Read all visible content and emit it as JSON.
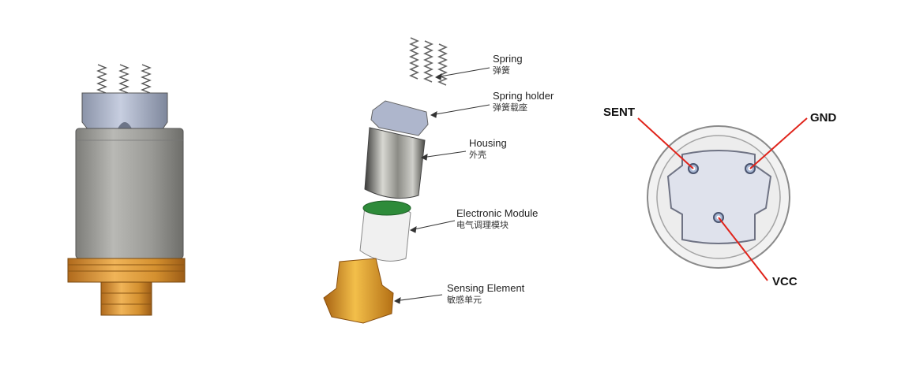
{
  "exploded_view": {
    "parts": [
      {
        "en": "Spring",
        "cn": "弹簧"
      },
      {
        "en": "Spring holder",
        "cn": "弹簧载座"
      },
      {
        "en": "Housing",
        "cn": "外壳"
      },
      {
        "en": "Electronic Module",
        "cn": "电气调理模块"
      },
      {
        "en": "Sensing Element",
        "cn": "敏感单元"
      }
    ]
  },
  "pinout": {
    "pins": [
      "SENT",
      "GND",
      "VCC"
    ],
    "line_color": "#e0241b"
  },
  "colors": {
    "body_gray": "#9a9a96",
    "brass": "#d4902f",
    "holder": "#a9b3c9",
    "pcb_green": "#2e8b3a"
  }
}
